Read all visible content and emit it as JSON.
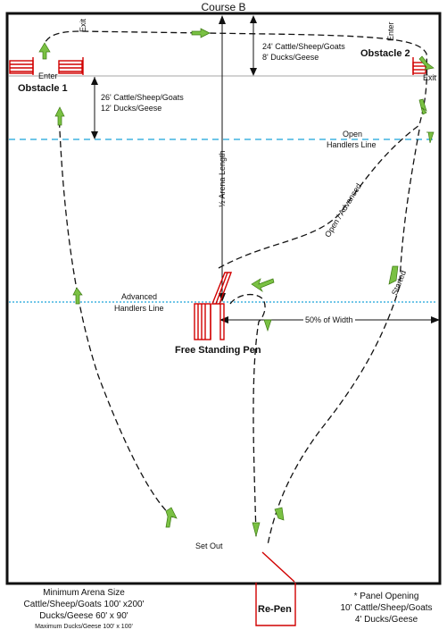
{
  "title": "Course B",
  "obstacle1": {
    "label": "Obstacle 1",
    "enter": "Enter",
    "exit": "Exit"
  },
  "obstacle2": {
    "label": "Obstacle 2",
    "enter": "Enter",
    "exit": "Exit"
  },
  "dist_obstacle2": {
    "line1": "24' Cattle/Sheep/Goats",
    "line2": "8'    Ducks/Geese"
  },
  "dist_obstacle1": {
    "line1": "26'  Cattle/Sheep/Goats",
    "line2": "12'       Ducks/Geese"
  },
  "open_handlers_line": {
    "line1": "Open",
    "line2": "Handlers Line"
  },
  "advanced_handlers_line": {
    "line1": "Advanced",
    "line2": "Handlers Line"
  },
  "half_arena_length": "½ Arena Length",
  "open_advanced": "Open / Advanced",
  "started": "Started",
  "percent_width": "50% of Width",
  "free_standing_pen": "Free Standing Pen",
  "set_out": "Set Out",
  "re_pen": "Re-Pen",
  "min_arena": {
    "line1": "Minimum Arena Size",
    "line2": "Cattle/Sheep/Goats 100' x200'",
    "line3": "Ducks/Geese 60' x 90'",
    "line4": "Maximum Ducks/Geese 100' x 100'"
  },
  "panel_opening": {
    "line1": "* Panel Opening",
    "line2": "10' Cattle/Sheep/Goats",
    "line3": "4' Ducks/Geese"
  },
  "colors": {
    "line": "#111111",
    "panel": "#d10000",
    "arrow": "#7ac143",
    "handlers_line": "#1aa3d9"
  }
}
